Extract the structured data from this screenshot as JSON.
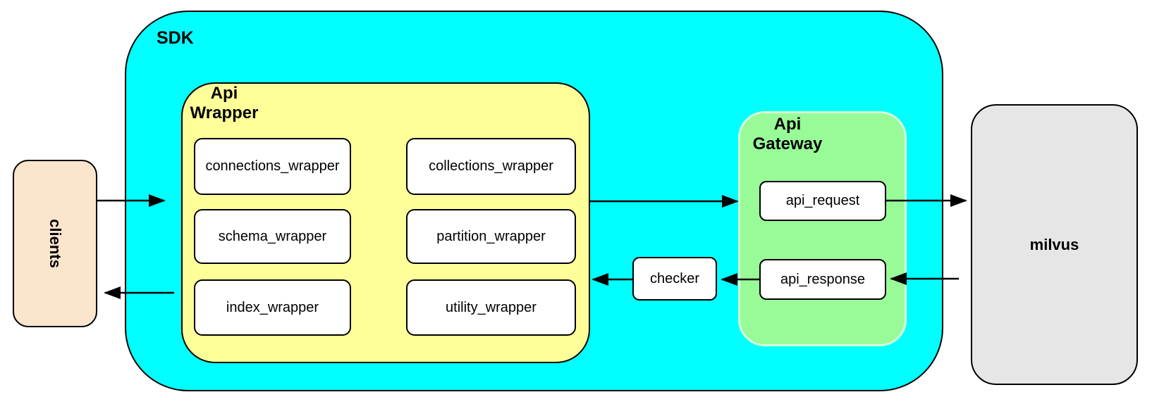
{
  "colors": {
    "sdk_fill": "#00FFFF",
    "wrapper_fill": "#FFFF99",
    "gateway_fill": "#98FB98",
    "gateway_border": "#D6FFD6",
    "clients_fill": "#FCE5CD",
    "milvus_fill": "#E6E6E6",
    "node_fill": "#FFFFFF",
    "border": "#000000",
    "text": "#000000"
  },
  "nodes": {
    "sdk": {
      "label": "SDK",
      "type": "container"
    },
    "api_wrapper": {
      "label": "Api\nWrapper",
      "type": "container"
    },
    "api_gateway": {
      "label": "Api\nGateway",
      "type": "container"
    },
    "clients": {
      "label": "clients",
      "type": "box",
      "text_rotation_deg": 90
    },
    "milvus": {
      "label": "milvus",
      "type": "box"
    },
    "checker": {
      "label": "checker",
      "type": "box"
    },
    "api_request": {
      "label": "api_request",
      "type": "box"
    },
    "api_response": {
      "label": "api_response",
      "type": "box"
    }
  },
  "wrapper_boxes": [
    {
      "label": "connections_wrapper"
    },
    {
      "label": "collections_wrapper"
    },
    {
      "label": "schema_wrapper"
    },
    {
      "label": "partition_wrapper"
    },
    {
      "label": "index_wrapper"
    },
    {
      "label": "utility_wrapper"
    }
  ],
  "connections": [
    {
      "from": "clients",
      "to": "api_wrapper",
      "direction": "right"
    },
    {
      "from": "api_wrapper",
      "to": "clients",
      "direction": "left"
    },
    {
      "from": "api_wrapper",
      "to": "api_request",
      "direction": "right"
    },
    {
      "from": "api_request",
      "to": "milvus",
      "direction": "right"
    },
    {
      "from": "milvus",
      "to": "api_response",
      "direction": "left"
    },
    {
      "from": "api_response",
      "to": "checker",
      "direction": "left"
    },
    {
      "from": "checker",
      "to": "api_wrapper",
      "direction": "left"
    }
  ]
}
